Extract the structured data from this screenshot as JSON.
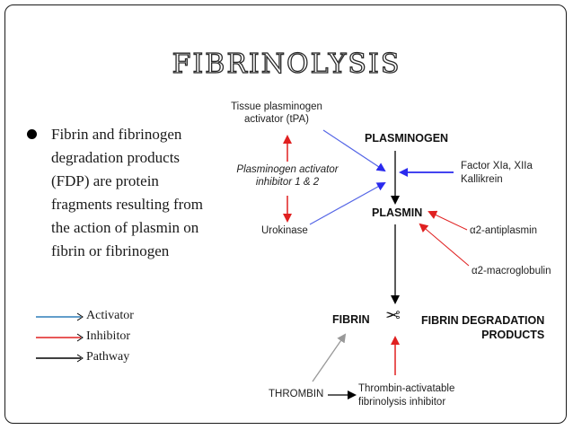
{
  "slide": {
    "title": "FIBRINOLYSIS",
    "bullet_text": "Fibrin and fibrinogen degradation products (FDP) are protein fragments resulting from the action of plasmin on fibrin or fibrinogen"
  },
  "legend": [
    {
      "label": "Activator",
      "color": "#2e7fb8"
    },
    {
      "label": "Inhibitor",
      "color": "#e02020"
    },
    {
      "label": "Pathway",
      "color": "#000000"
    }
  ],
  "diagram": {
    "tpa_line1": "Tissue plasminogen",
    "tpa_line2": "activator (tPA)",
    "pai_line1": "Plasminogen activator",
    "pai_line2": "inhibitor 1 & 2",
    "urokinase": "Urokinase",
    "plasminogen": "PLASMINOGEN",
    "plasmin": "PLASMIN",
    "factor_line1": "Factor XIa, XIIa",
    "factor_line2": "Kallikrein",
    "antiplasmin": "α2-antiplasmin",
    "macroglobulin": "α2-macroglobulin",
    "fibrin": "FIBRIN",
    "scissors": "✂",
    "fdp_line1": "FIBRIN DEGRADATION",
    "fdp_line2": "PRODUCTS",
    "thrombin": "THROMBIN",
    "tafi_line1": "Thrombin-activatable",
    "tafi_line2": "fibrinolysis inhibitor"
  },
  "colors": {
    "activator": "#5566e6",
    "inhibitor": "#e02020",
    "pathway": "#000000",
    "thrombin_arrow": "#999999"
  }
}
